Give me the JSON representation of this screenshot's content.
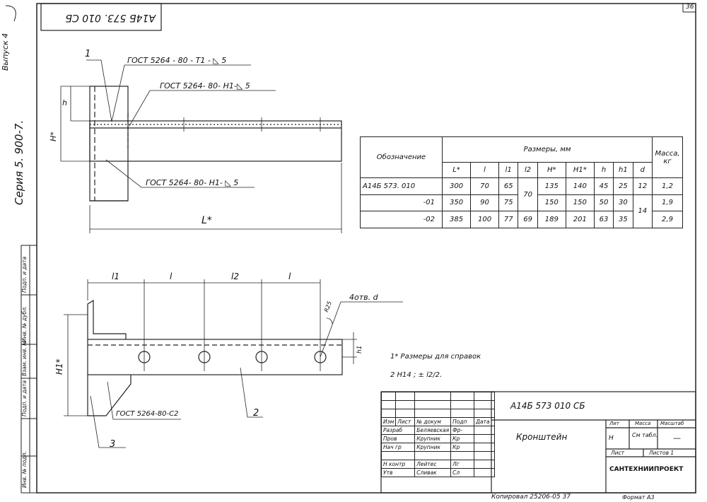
{
  "sheet": {
    "page_number": "36",
    "doc_code_rotated": "А14Б   573. 010 СБ",
    "side_labels": [
      "Выпуск 4",
      "Серия 5. 900-7."
    ],
    "stamp_column": [
      "Подп. и дата",
      "Инв. № дубл.",
      "Взам. инв. №",
      "Подп. и дата",
      "Инв. № подл."
    ]
  },
  "drawing": {
    "callouts": {
      "item1": "1",
      "item2": "2",
      "item3": "3",
      "weld_top": "ГОСТ 5264 - 80 - Т1 - ◺ 5",
      "weld_mid": "ГОСТ  5264- 80- Н1-◺ 5",
      "weld_low": "ГОСТ 5264- 80- Н1- ◺ 5",
      "weld_bottom": "ГОСТ 5264-80-С2",
      "holes": "4отв. d"
    },
    "dims": {
      "h": "h",
      "H_star": "H*",
      "L_star": "L*",
      "H1_star": "H1*",
      "h1": "h1",
      "l1": "l1",
      "l": "l",
      "l2": "l2",
      "l_b": "l",
      "r25": "R25"
    },
    "notes": [
      "1* Размеры   для   справок",
      "2  Н14 ;  ± l2/2."
    ]
  },
  "spec_table": {
    "col_designation": "Обозначение",
    "col_sizes": "Размеры, мм",
    "col_mass": "Масса, кг",
    "sub_headers": [
      "L*",
      "l",
      "l1",
      "l2",
      "H*",
      "H1*",
      "h",
      "h1",
      "d"
    ],
    "rows": [
      {
        "designation": "А14Б  573. 010",
        "L": "300",
        "l": "70",
        "l1": "65",
        "H": "135",
        "H1": "140",
        "h": "45",
        "h1": "25",
        "d": "12",
        "mass": "1,2"
      },
      {
        "designation": "-01",
        "L": "350",
        "l": "90",
        "l1": "75",
        "H": "150",
        "H1": "150",
        "h": "50",
        "h1": "30",
        "mass": "1,9"
      },
      {
        "designation": "-02",
        "L": "385",
        "l": "100",
        "l1": "77",
        "l2": "69",
        "H": "189",
        "H1": "201",
        "h": "63",
        "h1": "35",
        "mass": "2,9"
      }
    ],
    "l2_merged": "70",
    "d_merged": "14"
  },
  "title_block": {
    "doc_code": "А14Б    573  010  СБ",
    "name": "Кронштейн",
    "header_row": [
      "Изм",
      "Лист",
      "№ докум",
      "Подп",
      "Дата"
    ],
    "roles": [
      {
        "role": "Разраб",
        "name": "Беляевская",
        "sig": "Фр-"
      },
      {
        "role": "Пров",
        "name": "Крупник",
        "sig": "Кр"
      },
      {
        "role": "Нач гр",
        "name": "Крупник",
        "sig": "Кр"
      },
      {
        "role": "Н контр",
        "name": "Лейтес",
        "sig": "Лг"
      },
      {
        "role": "Утв",
        "name": "Сливак",
        "sig": "Сл"
      }
    ],
    "lit": "Лит",
    "mass_label": "Масса",
    "scale_label": "Масштаб",
    "lit_value": "Н",
    "mass_value": "См табл.",
    "scale_value": "—",
    "sheet_label": "Лист",
    "sheets_label": "Листов 1",
    "org": "САНТЕХНИИПРОЕКТ",
    "copied": "Копировал 25206-05   37",
    "format": "Формат А3"
  }
}
